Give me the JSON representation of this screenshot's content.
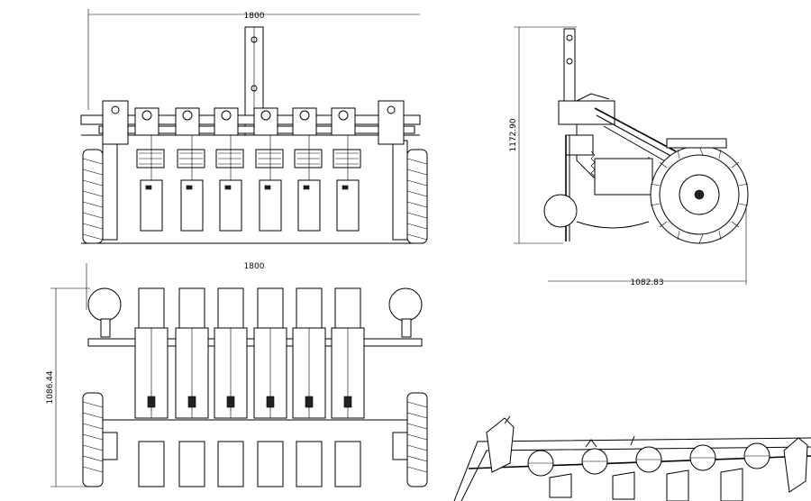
{
  "drawing": {
    "views": {
      "front": {
        "width_label": "1800"
      },
      "side": {
        "height_label": "1172.90",
        "length_label": "1082.83"
      },
      "top": {
        "width_label": "1800",
        "depth_label": "1086.44"
      },
      "isometric": {}
    },
    "row_units_count": 6
  },
  "colors": {
    "line": "#000000",
    "background": "#ffffff"
  }
}
